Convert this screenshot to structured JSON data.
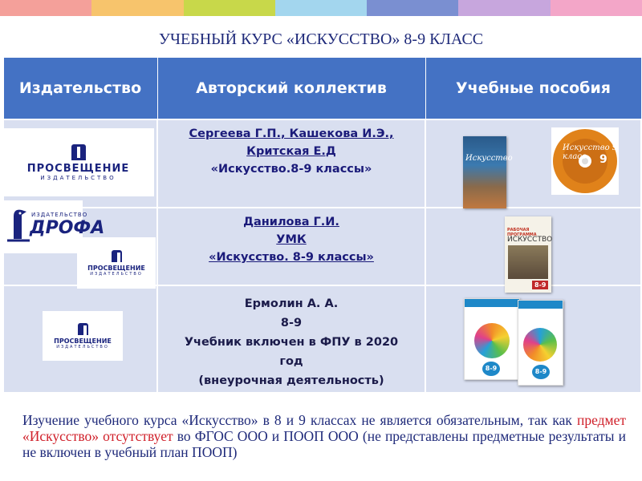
{
  "top_bar_colors": [
    "#f4a09a",
    "#f7c46c",
    "#c8d84a",
    "#a3d6ee",
    "#7a8fd1",
    "#c7a6dd",
    "#f3a6c8"
  ],
  "title": "УЧЕБНЫЙ КУРС «ИСКУССТВО» 8-9 КЛАСС",
  "table": {
    "headers": [
      "Издательство",
      "Авторский коллектив",
      "Учебные пособия"
    ],
    "rows": [
      {
        "publishers": [
          {
            "name": "ПРОСВЕЩЕНИЕ",
            "sub": "ИЗДАТЕЛЬСТВО"
          }
        ],
        "authors_lines": [
          "Сергеева Г.П., Кашекова И.Э.,",
          "Критская Е.Д",
          "«Искусство.8-9 классы»"
        ],
        "materials": [
          "Искусство",
          "Искусство 9 класс"
        ]
      },
      {
        "publishers": [
          {
            "name": "ДРОФА",
            "sub": "ИЗДАТЕЛЬСТВО"
          },
          {
            "name": "ПРОСВЕЩЕНИЕ",
            "sub": "ИЗДАТЕЛЬСТВО"
          }
        ],
        "authors_lines": [
          "Данилова Г.И.",
          "УМК",
          "«Искусство. 8-9 классы»"
        ],
        "materials": [
          "РАБОЧАЯ ПРОГРАММА",
          "ИСКУССТВО",
          "8-9"
        ]
      },
      {
        "publishers": [
          {
            "name": "ПРОСВЕЩЕНИЕ",
            "sub": "ИЗДАТЕЛЬСТВО"
          }
        ],
        "authors_lines": [
          "Ермолин А. А.",
          "8-9",
          "Учебник включен в ФПУ в 2020",
          "год",
          "(внеурочная деятельность)"
        ],
        "materials": [
          "8-9",
          "8-9"
        ]
      }
    ]
  },
  "note": {
    "part1": "Изучение учебного курса «Искусство» в 8 и 9 классах не является обязательным, так как ",
    "highlight": "предмет «Искусство» отсутствует",
    "part2": " во ФГОС ООО и ПООП ООО   (не представлены предметные результаты и не включен в учебный план ПООП)"
  },
  "colors": {
    "header_bg": "#4472c4",
    "cell_bg": "#d9dff0",
    "title_color": "#1f2a7a",
    "highlight_red": "#d0202a"
  }
}
